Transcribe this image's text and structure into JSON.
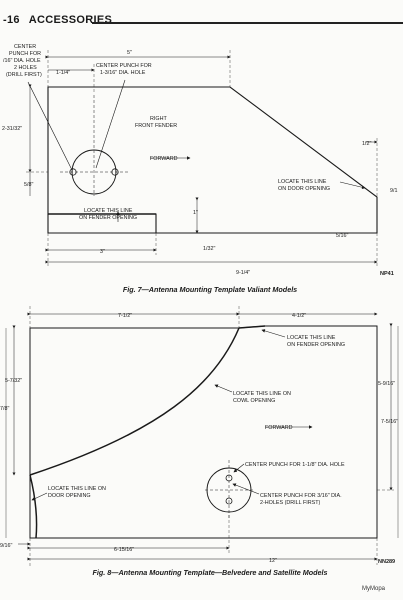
{
  "header": {
    "page_no": "-16",
    "section": "ACCESSORIES"
  },
  "fig7": {
    "caption": "Fig. 7—Antenna Mounting Template Valiant Models",
    "code": "NP41",
    "labels": {
      "center_punch_small": [
        "CENTER",
        "PUNCH FOR",
        "/16\" DIA. HOLE",
        "2 HOLES",
        "(DRILL FIRST)"
      ],
      "center_punch_large": [
        "CENTER PUNCH FOR",
        "1-3/16\" DIA. HOLE"
      ],
      "right_front_fender": [
        "RIGHT",
        "FRONT FENDER"
      ],
      "forward": "FORWARD",
      "locate_door": [
        "LOCATE THIS LINE",
        "ON DOOR OPENING"
      ],
      "locate_fender": [
        "LOCATE THIS LINE",
        "ON FENDER OPENING"
      ]
    },
    "dims": {
      "d5": "5\"",
      "d1_1_4": "1-1/4\"",
      "d2_31_32": "2-31/32\"",
      "d5_8": "5/8\"",
      "d1_2": "1/2\"",
      "d9_1": "9/1",
      "d1": "1\"",
      "d1_32": "1/32\"",
      "d3": "3\"",
      "d5_16": "5/16\"",
      "d9_1_4": "9-1/4\""
    }
  },
  "fig8": {
    "caption": "Fig. 8—Antenna Mounting Template—Belvedere and Satellite Models",
    "code": "NN289",
    "labels": {
      "locate_fender": [
        "LOCATE THIS LINE",
        "ON FENDER OPENING"
      ],
      "locate_cowl": [
        "LOCATE THIS LINE ON",
        "COWL OPENING"
      ],
      "forward": "FORWARD",
      "locate_door": [
        "LOCATE THIS LINE ON",
        "DOOR OPENING"
      ],
      "center_punch_large": "CENTER PUNCH FOR 1-1/8\" DIA. HOLE",
      "center_punch_small": [
        "CENTER PUNCH FOR 3/16\" DIA.",
        "2-HOLES (DRILL FIRST)"
      ]
    },
    "dims": {
      "d7_1_2": "7-1/2\"",
      "d4_1_2": "4-1/2\"",
      "d5_7_32": "5-7/32\"",
      "d7_8": "7/8\"",
      "d5_9_16": "5-9/16\"",
      "d7_5_16": "7-5/16\"",
      "d9_16": "9/16\"",
      "d6_15_16": "6-15/16\"",
      "d12": "12\""
    }
  },
  "credit": "MyMopa"
}
